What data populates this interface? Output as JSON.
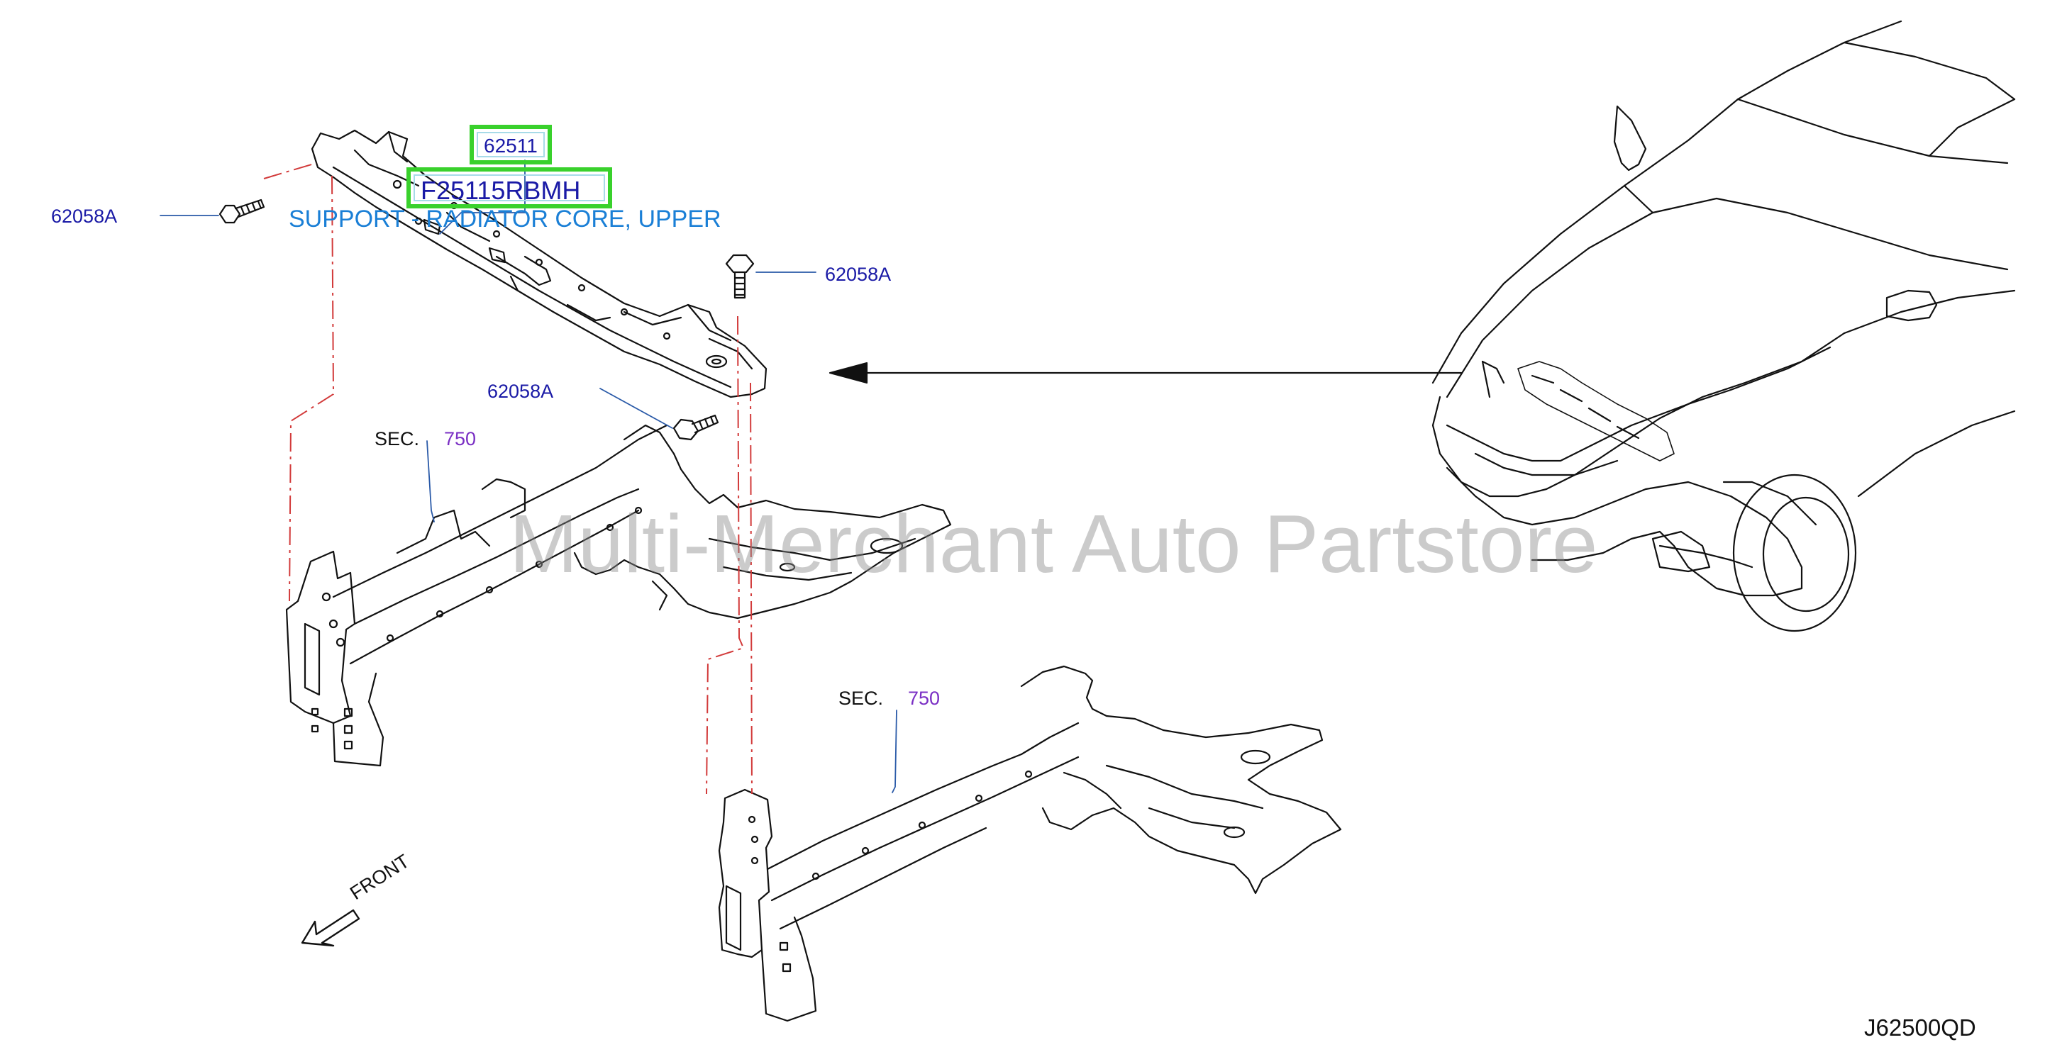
{
  "diagram": {
    "callouts": {
      "highlighted_part_number": "62511",
      "highlighted_oem_number": "F25115RBMH",
      "description": "SUPPORT - RADIATOR CORE, UPPER",
      "bolt_left": "62058A",
      "bolt_right": "62058A",
      "bolt_lower": "62058A"
    },
    "sections": [
      {
        "word": "SEC.",
        "number": "750"
      },
      {
        "word": "SEC.",
        "number": "750"
      }
    ],
    "direction_label": "FRONT",
    "watermark": "Multi-Merchant Auto Partstore",
    "drawing_code": "J62500QD",
    "colors": {
      "highlight_box": "#39d12c",
      "part_number_text": "#1a1aa6",
      "description_text": "#1a7fd6",
      "section_number_text": "#7a2fc4",
      "phantom_line": "#d23a3a",
      "line_art": "#111111"
    }
  }
}
